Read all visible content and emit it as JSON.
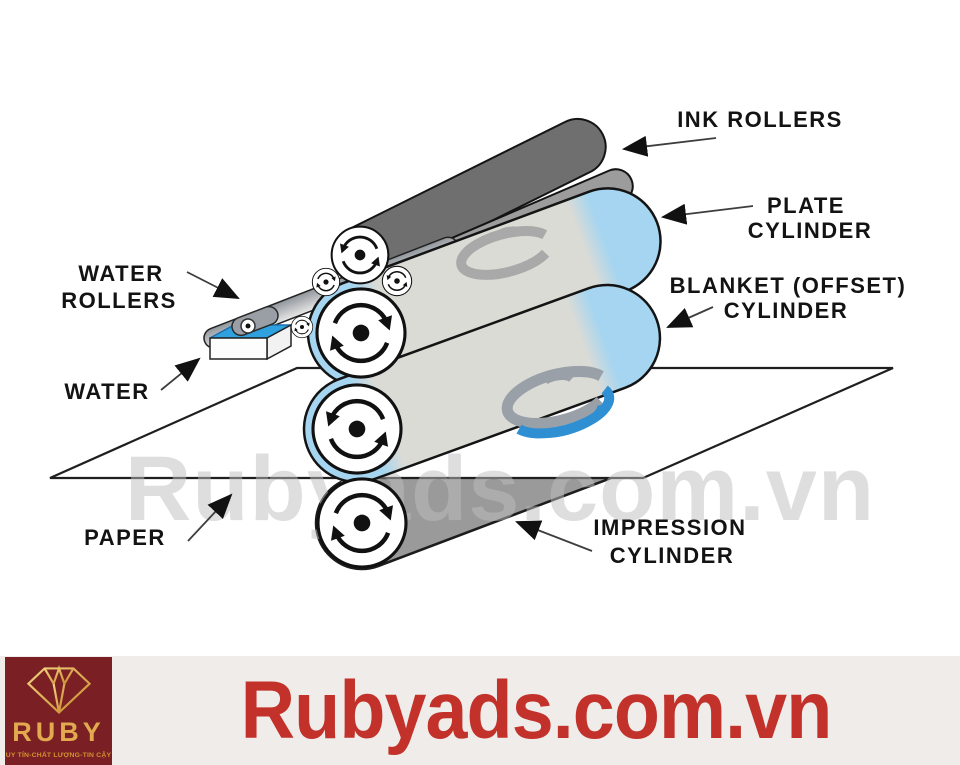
{
  "diagram": {
    "labels": {
      "ink_rollers": "INK ROLLERS",
      "plate_line1": "PLATE",
      "plate_line2": "CYLINDER",
      "blanket_line1": "BLANKET (OFFSET)",
      "blanket_line2": "CYLINDER",
      "water_rollers_line1": "WATER",
      "water_rollers_line2": "ROLLERS",
      "water": "WATER",
      "paper": "PAPER",
      "impression_line1": "IMPRESSION",
      "impression_line2": "CYLINDER"
    },
    "watermark": "Rubyads.com.vn",
    "colors": {
      "cylinder_body": "#DBDBD6",
      "cylinder_end_blue": "#A5D5F0",
      "ink_roller_dark": "#6F6F6F",
      "ink_roller_gray": "#9C9C9C",
      "impression_gray": "#9A9A9A",
      "water_blue": "#2FA1DE",
      "swirl_gray": "#9AA0A8",
      "swirl_blue": "#2E8FD2"
    }
  },
  "footer": {
    "brand": "RUBY",
    "tagline": "UY TÍN-CHẤT LƯỢNG-TIN CẬY",
    "website": "Rubyads.com.vn",
    "colors": {
      "logo_bg": "#7A2025",
      "gold": "#D9A243",
      "website_red": "#C2322A",
      "footer_bg": "#EFECEA"
    }
  }
}
